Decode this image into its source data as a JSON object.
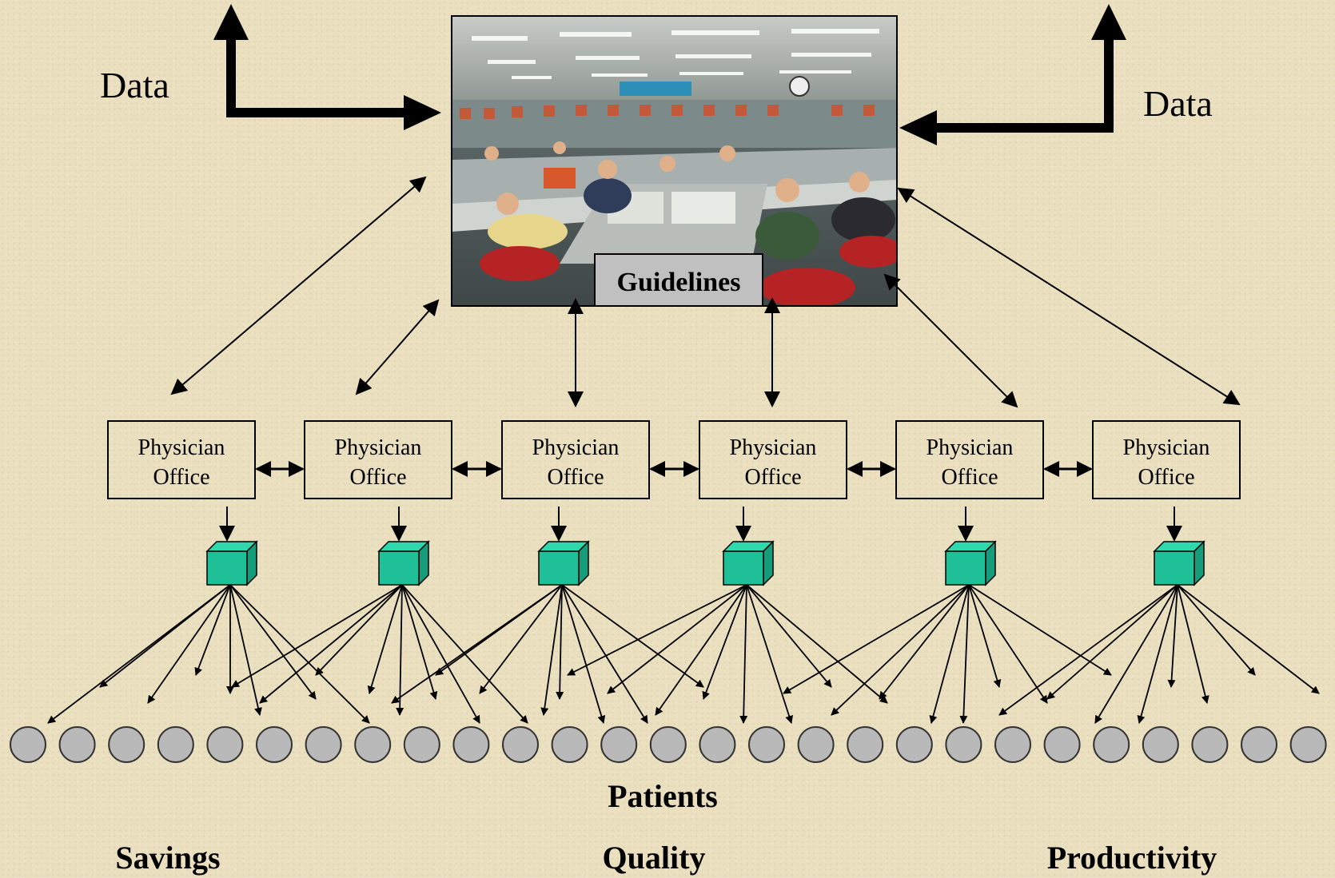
{
  "data_left": "Data",
  "data_right": "Data",
  "center_photo": {
    "description_icon": "control-room-photo"
  },
  "guidelines_label": "Guidelines",
  "offices": [
    {
      "line1": "Physician",
      "line2": "Office"
    },
    {
      "line1": "Physician",
      "line2": "Office"
    },
    {
      "line1": "Physician",
      "line2": "Office"
    },
    {
      "line1": "Physician",
      "line2": "Office"
    },
    {
      "line1": "Physician",
      "line2": "Office"
    },
    {
      "line1": "Physician",
      "line2": "Office"
    }
  ],
  "patients_label": "Patients",
  "footer": {
    "left": "Savings",
    "center": "Quality",
    "right": "Productivity"
  },
  "colors": {
    "background": "#eadfbf",
    "device": "#1fbf98",
    "patient": "#b9b9b9",
    "guidelines_box": "#c0c0c0"
  },
  "patient_count": 27
}
